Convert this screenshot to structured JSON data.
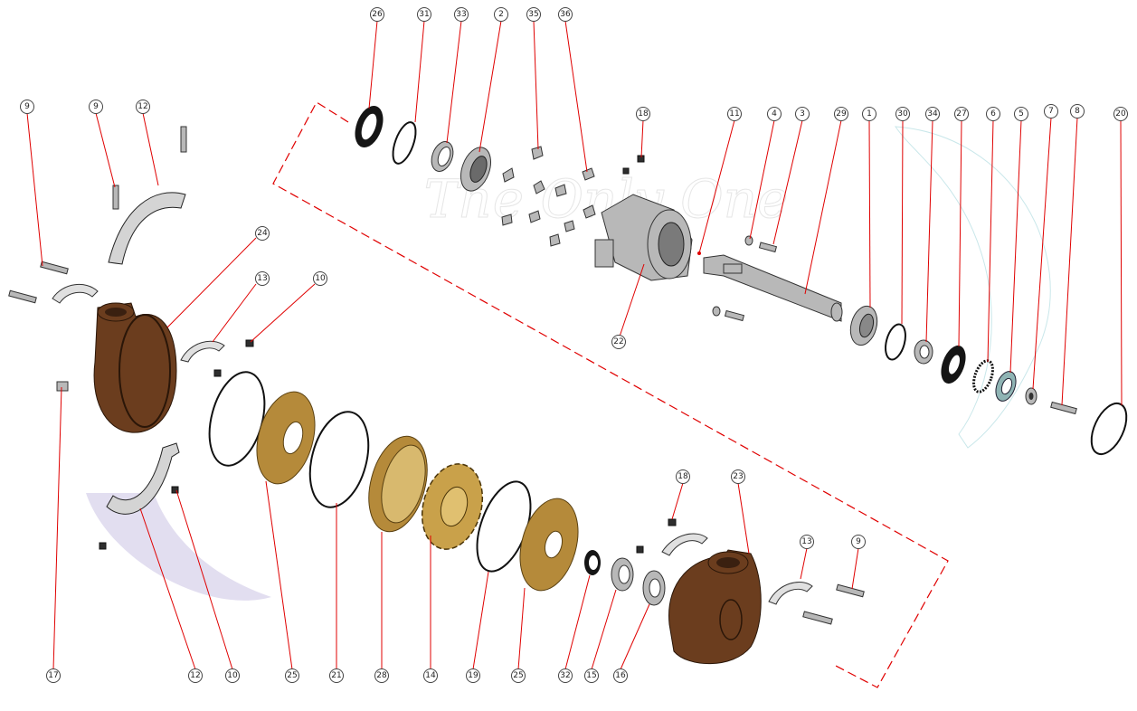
{
  "title": "",
  "watermark": {
    "text": "The Only One",
    "color_primary": "#cfe9ec",
    "color_secondary": "#ddd8ec"
  },
  "colors": {
    "leader_line": "#e00000",
    "bronze_casting": "#6b3d1e",
    "brass_part": "#b58a3a",
    "steel_part": "#b8b8b8"
  },
  "callouts": [
    {
      "id": "c26a",
      "label": "26"
    },
    {
      "id": "c31",
      "label": "31"
    },
    {
      "id": "c33",
      "label": "33"
    },
    {
      "id": "c2",
      "label": "2"
    },
    {
      "id": "c35",
      "label": "35"
    },
    {
      "id": "c36",
      "label": "36"
    },
    {
      "id": "c18a",
      "label": "18"
    },
    {
      "id": "c11",
      "label": "11"
    },
    {
      "id": "c4",
      "label": "4"
    },
    {
      "id": "c3",
      "label": "3"
    },
    {
      "id": "c29",
      "label": "29"
    },
    {
      "id": "c1",
      "label": "1"
    },
    {
      "id": "c30",
      "label": "30"
    },
    {
      "id": "c34",
      "label": "34"
    },
    {
      "id": "c27",
      "label": "27"
    },
    {
      "id": "c6",
      "label": "6"
    },
    {
      "id": "c5",
      "label": "5"
    },
    {
      "id": "c7",
      "label": "7"
    },
    {
      "id": "c8",
      "label": "8"
    },
    {
      "id": "c20",
      "label": "20"
    },
    {
      "id": "c9a",
      "label": "9"
    },
    {
      "id": "c9b",
      "label": "9"
    },
    {
      "id": "c12a",
      "label": "12"
    },
    {
      "id": "c24",
      "label": "24"
    },
    {
      "id": "c13a",
      "label": "13"
    },
    {
      "id": "c10a",
      "label": "10"
    },
    {
      "id": "c22",
      "label": "22"
    },
    {
      "id": "c18b",
      "label": "18"
    },
    {
      "id": "c23",
      "label": "23"
    },
    {
      "id": "c13b",
      "label": "13"
    },
    {
      "id": "c9c",
      "label": "9"
    },
    {
      "id": "c17",
      "label": "17"
    },
    {
      "id": "c12b",
      "label": "12"
    },
    {
      "id": "c10b",
      "label": "10"
    },
    {
      "id": "c25a",
      "label": "25"
    },
    {
      "id": "c21",
      "label": "21"
    },
    {
      "id": "c28",
      "label": "28"
    },
    {
      "id": "c14",
      "label": "14"
    },
    {
      "id": "c19",
      "label": "19"
    },
    {
      "id": "c25b",
      "label": "25"
    },
    {
      "id": "c32",
      "label": "32"
    },
    {
      "id": "c15",
      "label": "15"
    },
    {
      "id": "c16",
      "label": "16"
    }
  ]
}
